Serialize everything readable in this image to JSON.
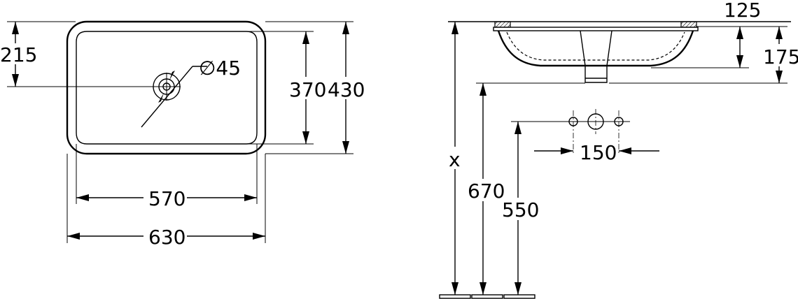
{
  "diagram": {
    "top_view": {
      "dim_215": "215",
      "dim_diameter": "∅45",
      "dim_370": "370",
      "dim_430": "430",
      "dim_570": "570",
      "dim_630": "630"
    },
    "side_view": {
      "dim_125": "125",
      "dim_175": "175",
      "dim_x": "x",
      "dim_670": "670",
      "dim_550": "550",
      "dim_150": "150"
    }
  }
}
